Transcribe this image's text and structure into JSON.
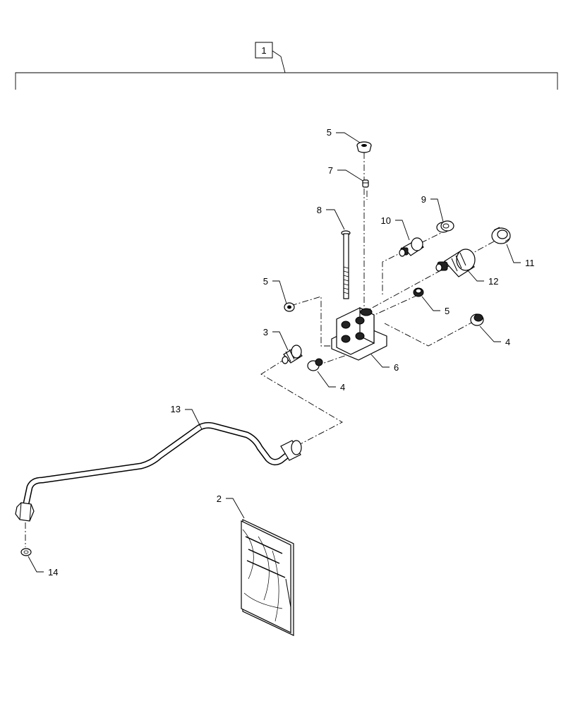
{
  "assembly": {
    "callout": "1"
  },
  "callouts": {
    "p2": "2",
    "p3": "3",
    "p4a": "4",
    "p4b": "4",
    "p5a": "5",
    "p5b": "5",
    "p5c": "5",
    "p6": "6",
    "p7": "7",
    "p8": "8",
    "p9": "9",
    "p10": "10",
    "p11": "11",
    "p12": "12",
    "p13": "13",
    "p14": "14"
  },
  "colors": {
    "line": "#000000",
    "background": "#ffffff"
  }
}
